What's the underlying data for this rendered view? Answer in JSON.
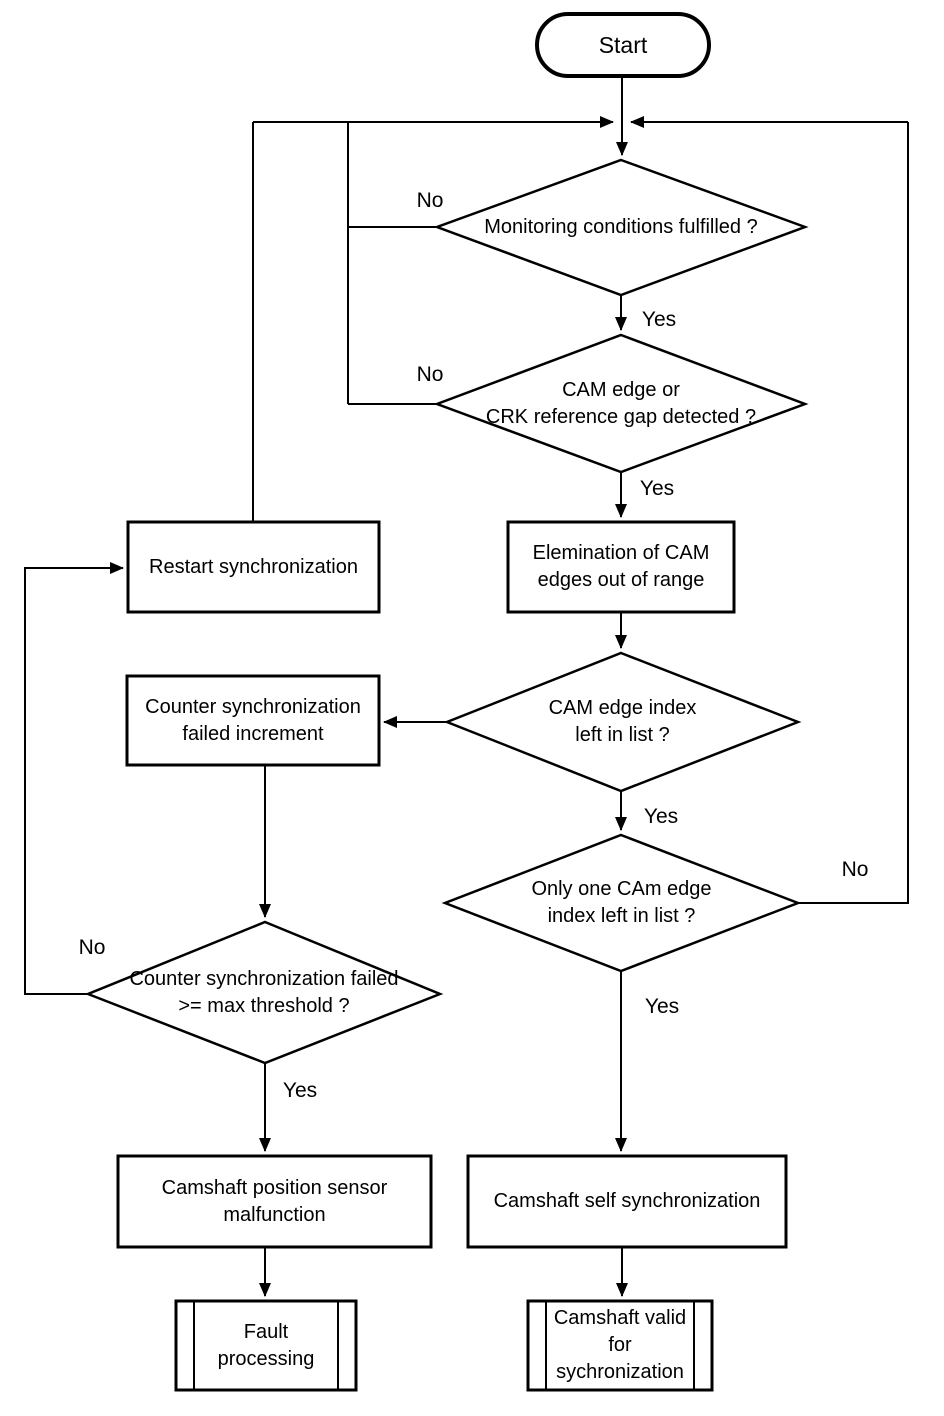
{
  "figure": {
    "background_color": "#ffffff",
    "line_color": "#000000",
    "text_color": "#000000"
  },
  "nodes": {
    "start": {
      "label": "Start",
      "type": "terminator"
    },
    "monitoring": {
      "label": "Monitoring conditions fulfilled ?",
      "type": "decision"
    },
    "cam_edge": {
      "label": "CAM edge or\nCRK reference gap detected ?",
      "type": "decision"
    },
    "elimination": {
      "label": "Elemination of CAM\nedges out of range",
      "type": "process"
    },
    "restart": {
      "label": "Restart synchronization",
      "type": "process"
    },
    "cam_index": {
      "label": "CAM edge index\nleft in list ?",
      "type": "decision"
    },
    "counter_increment": {
      "label": "Counter synchronization\nfailed increment",
      "type": "process"
    },
    "only_one": {
      "label": "Only one CAm edge\nindex left in list ?",
      "type": "decision"
    },
    "threshold": {
      "label": "Counter synchronization failed\n>= max threshold ?",
      "type": "decision"
    },
    "malfunction": {
      "label": "Camshaft position sensor\nmalfunction",
      "type": "process"
    },
    "self_sync": {
      "label": "Camshaft self synchronization",
      "type": "process"
    },
    "fault": {
      "label": "Fault\nprocessing",
      "type": "predefined-process"
    },
    "valid": {
      "label": "Camshaft valid\nfor\nsychronization",
      "type": "predefined-process"
    }
  },
  "edge_labels": {
    "monitoring_no": "No",
    "monitoring_yes": "Yes",
    "cam_edge_no": "No",
    "cam_edge_yes": "Yes",
    "cam_index_yes": "Yes",
    "only_one_no": "No",
    "only_one_yes": "Yes",
    "threshold_no": "No",
    "threshold_yes": "Yes"
  }
}
